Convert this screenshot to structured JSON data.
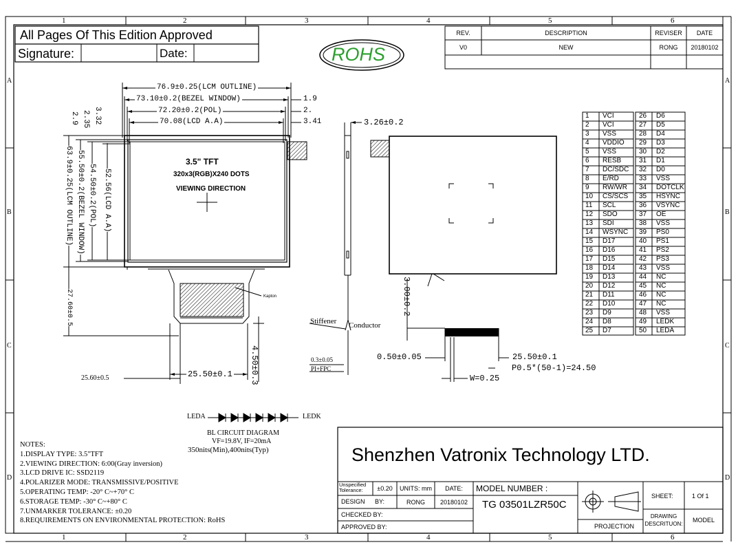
{
  "grid": {
    "top_numbers": [
      "1",
      "2",
      "3",
      "4",
      "5",
      "6"
    ],
    "bottom_numbers": [
      "1",
      "2",
      "3",
      "4",
      "5",
      "6"
    ],
    "side_letters": [
      "A",
      "B",
      "C",
      "D"
    ]
  },
  "approval": {
    "line1": "All Pages Of This Edition Approved",
    "signature_label": "Signature:",
    "date_label": "Date:"
  },
  "rohs": "ROHS",
  "revision": {
    "headers": [
      "REV.",
      "DESCRIPTION",
      "REVISER",
      "DATE"
    ],
    "row": [
      "V0",
      "NEW",
      "RONG",
      "20180102"
    ]
  },
  "front_view": {
    "dims_horizontal": [
      "76.9±0.25(LCM OUTLINE)",
      "73.10±0.2(BEZEL WINDOW)",
      "72.20±0.2(POL)",
      "70.08(LCD A.A)"
    ],
    "dims_right": [
      "1.9",
      "2.",
      "3.41"
    ],
    "dims_vertical": [
      "3.32",
      "2.35",
      "2.9",
      "52.56(LCD A.A)",
      "54.50±0.2(POL)",
      "55.50±0.2(BEZEL WINDOW)",
      "63.9±0.25(LCM OUTLINE)",
      "27.60±0.5"
    ],
    "screen_text": [
      "3.5\" TFT",
      "320x3(RGB)X240 DOTS",
      "VIEWING DIRECTION"
    ],
    "kapton_label": "Kapton",
    "bottom_dims": [
      "25.60±0.5",
      "25.50±0.1",
      "4.50±0.3"
    ]
  },
  "side_view": {
    "thickness": "3.26±0.2",
    "stiffener": "Stiffener",
    "conductor": "Conductor",
    "fpc_thickness": "0.3±0.05",
    "fpc_note": "PI+FPC"
  },
  "back_view": {
    "dims": [
      "3.00±0.2",
      "0.50±0.05",
      "25.50±0.1",
      "P0.5*(50-1)=24.50",
      "W=0.25"
    ]
  },
  "pins_left": [
    [
      "1",
      "VCI"
    ],
    [
      "2",
      "VCI"
    ],
    [
      "3",
      "VSS"
    ],
    [
      "4",
      "VDDIO"
    ],
    [
      "5",
      "VSS"
    ],
    [
      "6",
      "RESB"
    ],
    [
      "7",
      "DC/SDC"
    ],
    [
      "8",
      "E/RD"
    ],
    [
      "9",
      "RW/WR"
    ],
    [
      "10",
      "CS/SCS"
    ],
    [
      "11",
      "SCL"
    ],
    [
      "12",
      "SDO"
    ],
    [
      "13",
      "SDI"
    ],
    [
      "14",
      "WSYNC"
    ],
    [
      "15",
      "D17"
    ],
    [
      "16",
      "D16"
    ],
    [
      "17",
      "D15"
    ],
    [
      "18",
      "D14"
    ],
    [
      "19",
      "D13"
    ],
    [
      "20",
      "D12"
    ],
    [
      "21",
      "D11"
    ],
    [
      "22",
      "D10"
    ],
    [
      "23",
      "D9"
    ],
    [
      "24",
      "D8"
    ],
    [
      "25",
      "D7"
    ]
  ],
  "pins_right": [
    [
      "26",
      "D6"
    ],
    [
      "27",
      "D5"
    ],
    [
      "28",
      "D4"
    ],
    [
      "29",
      "D3"
    ],
    [
      "30",
      "D2"
    ],
    [
      "31",
      "D1"
    ],
    [
      "32",
      "D0"
    ],
    [
      "33",
      "VSS"
    ],
    [
      "34",
      "DOTCLK"
    ],
    [
      "35",
      "HSYNC"
    ],
    [
      "36",
      "VSYNC"
    ],
    [
      "37",
      "OE"
    ],
    [
      "38",
      "VSS"
    ],
    [
      "39",
      "PS0"
    ],
    [
      "40",
      "PS1"
    ],
    [
      "41",
      "PS2"
    ],
    [
      "42",
      "PS3"
    ],
    [
      "43",
      "VSS"
    ],
    [
      "44",
      "NC"
    ],
    [
      "45",
      "NC"
    ],
    [
      "46",
      "NC"
    ],
    [
      "47",
      "NC"
    ],
    [
      "48",
      "VSS"
    ],
    [
      "49",
      "LEDK"
    ],
    [
      "50",
      "LEDA"
    ]
  ],
  "bl_circuit": {
    "leda": "LEDA",
    "ledk": "LEDK",
    "title": "BL CIRCUIT DIAGRAM",
    "spec": "VF=19.8V, IF=20mA",
    "brightness": "350nits(Min),400nits(Typ)"
  },
  "notes": {
    "title": "NOTES:",
    "items": [
      "1.DISPLAY TYPE:  3.5\"TFT",
      "2.VIEWING DIRECTION: 6:00(Gray inversion)",
      "3.LCD DRIVE IC: SSD2119",
      "4.POLARIZER MODE: TRANSMISSIVE/POSITIVE",
      "5.OPERATING TEMP: -20° C~+70° C",
      "6.STORAGE TEMP: -30° C~+80° C",
      "7.UNMARKER TOLERANCE: ±0.20",
      "8.REQUIREMENTS ON ENVIRONMENTAL PROTECTION: RoHS"
    ]
  },
  "title_block": {
    "company": "Shenzhen Vatronix Technology LTD.",
    "unspecified_tol": "Unspecified Tolerance:",
    "tol_value": "±0.20",
    "units": "UNITS: mm",
    "date_label": "DATE:",
    "model_number_label": "MODEL NUMBER :",
    "design": "DESIGN",
    "by": "BY:",
    "designer": "RONG",
    "date_value": "20180102",
    "model_value": "TG 03501LZR50C",
    "checked_by": "CHECKED BY:",
    "approved_by": "APPROVED BY:",
    "sheet_label": "SHEET:",
    "sheet_value": "1 Of 1",
    "projection": "PROJECTION",
    "drawing_desc": "DRAWING DESCRITUON:",
    "model": "MODEL"
  }
}
